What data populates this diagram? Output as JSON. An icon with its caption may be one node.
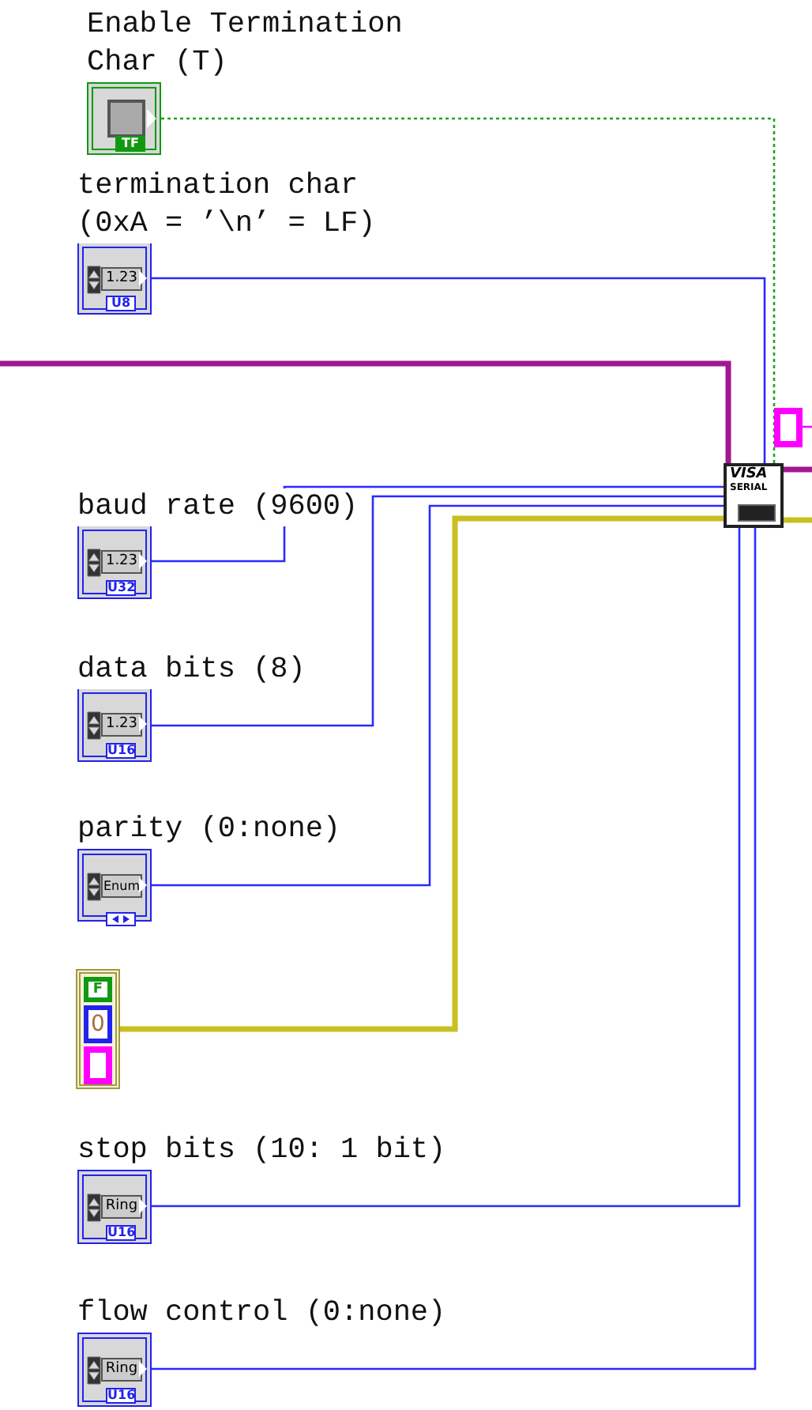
{
  "diagram": {
    "nodes": [
      {
        "text": [
          "Enable Termination Char (T)",
          "TF"
        ]
      },
      {
        "text": [
          "termination char (0xA = ’\\n’ = LF)",
          "1.23",
          "U8"
        ]
      },
      {
        "text": [
          "baud rate (9600)",
          "1.23",
          "U32"
        ]
      },
      {
        "text": [
          "data bits (8)",
          "1.23",
          "U16"
        ]
      },
      {
        "text": [
          "parity (0:none)",
          "Enum"
        ]
      },
      {
        "text": [
          "F",
          "0"
        ]
      },
      {
        "text": [
          "stop bits (10: 1 bit)",
          "Ring",
          "U16"
        ]
      },
      {
        "text": [
          "flow control (0:none)",
          "Ring",
          "U16"
        ]
      },
      {
        "text": [
          "VISA",
          "SERIAL"
        ]
      },
      {
        "text": [],
        "shape": "box"
      }
    ],
    "edges": [
      {
        "from": 0,
        "to": 8,
        "arrow": "none",
        "style": "dashed",
        "color": "#20a020"
      },
      {
        "from": 1,
        "to": 8,
        "arrow": "none"
      },
      {
        "from": null,
        "to": 8,
        "arrow": "none",
        "style": "thick",
        "color": "#a01890"
      },
      {
        "from": 2,
        "to": 8,
        "arrow": "none"
      },
      {
        "from": 3,
        "to": 8,
        "arrow": "none"
      },
      {
        "from": 4,
        "to": 8,
        "arrow": "none"
      },
      {
        "from": 5,
        "to": 8,
        "arrow": "none",
        "style": "thick",
        "color": "#c8c020"
      },
      {
        "from": 6,
        "to": 8,
        "arrow": "none"
      },
      {
        "from": 7,
        "to": 8,
        "arrow": "none"
      },
      {
        "from": 8,
        "to": null,
        "arrow": "none",
        "style": "thick",
        "color": "#a01890"
      },
      {
        "from": 8,
        "to": null,
        "arrow": "none",
        "style": "thick",
        "color": "#c8c020"
      },
      {
        "from": 9,
        "to": null,
        "arrow": "none",
        "color": "#ff00ff"
      }
    ]
  }
}
